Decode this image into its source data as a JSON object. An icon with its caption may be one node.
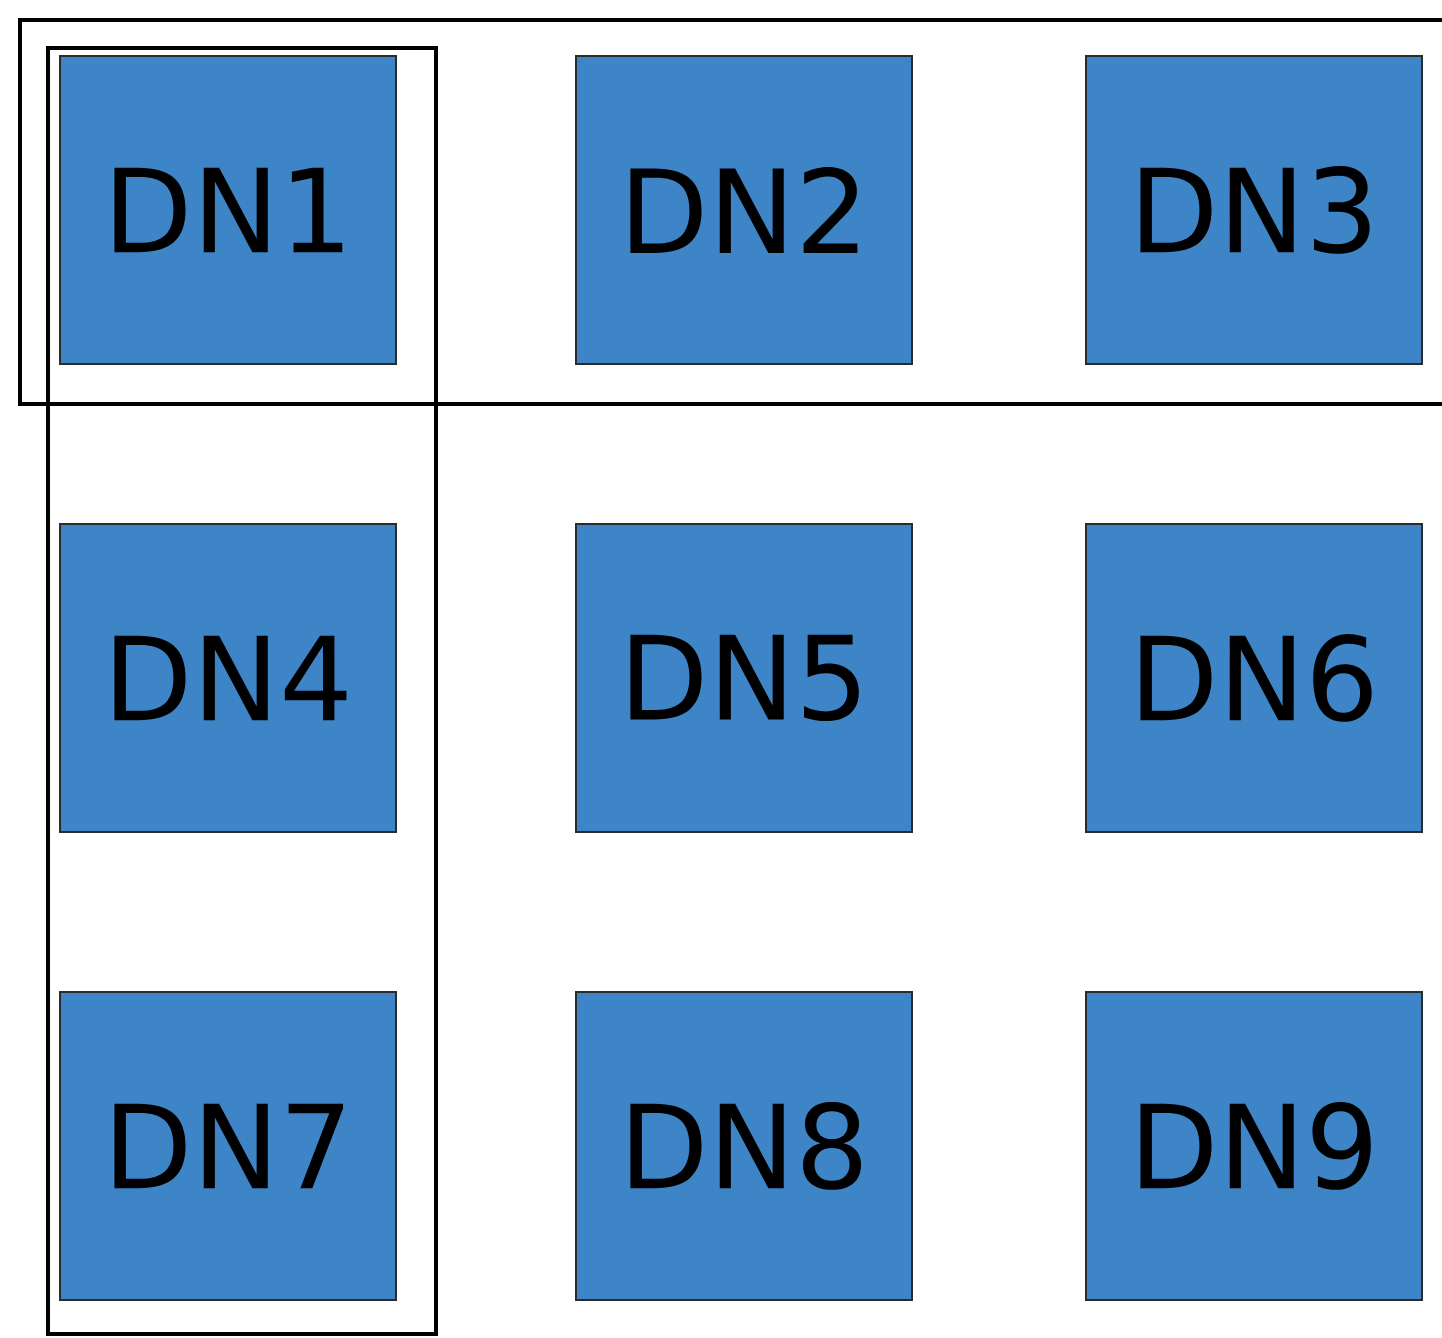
{
  "diagram": {
    "nodes": [
      {
        "text": [],
        "shape": "box"
      },
      {
        "text": [
          "DN1"
        ]
      },
      {
        "text": [
          "DN2"
        ],
        "in": 0
      },
      {
        "text": [
          "DN3"
        ],
        "in": 0
      },
      {
        "text": [],
        "shape": "box"
      },
      {
        "text": [
          "DN4"
        ],
        "in": 4
      },
      {
        "text": [
          "DN5"
        ]
      },
      {
        "text": [
          "DN6"
        ]
      },
      {
        "text": [
          "DN7"
        ],
        "in": 4
      },
      {
        "text": [
          "DN8"
        ]
      },
      {
        "text": [
          "DN9"
        ]
      }
    ]
  }
}
